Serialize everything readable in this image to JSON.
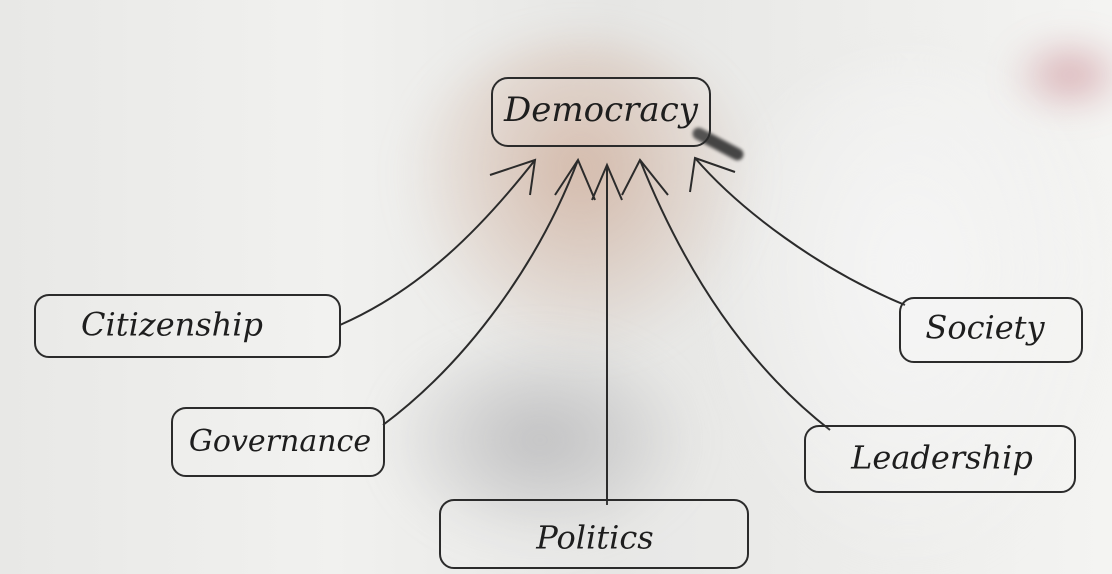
{
  "diagram": {
    "center": {
      "label": "Democracy"
    },
    "nodes": [
      {
        "id": "citizenship",
        "label": "Citizenship"
      },
      {
        "id": "governance",
        "label": "Governance"
      },
      {
        "id": "politics",
        "label": "Politics"
      },
      {
        "id": "leadership",
        "label": "Leadership"
      },
      {
        "id": "society",
        "label": "Society"
      }
    ]
  },
  "colors": {
    "ink": "#2b2b2b",
    "background": "#eeeeec",
    "skin_tint": "#cdaa96",
    "tie_tint": "#b4505f"
  }
}
